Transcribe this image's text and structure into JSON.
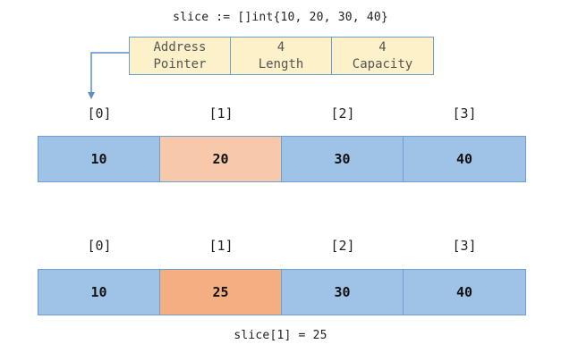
{
  "title_code": "slice := []int{10, 20, 30, 40}",
  "slice_header": [
    {
      "value": "Address",
      "label": "Pointer"
    },
    {
      "value": "4",
      "label": "Length"
    },
    {
      "value": "4",
      "label": "Capacity"
    }
  ],
  "arrays": [
    {
      "indices": [
        "[0]",
        "[1]",
        "[2]",
        "[3]"
      ],
      "values": [
        "10",
        "20",
        "30",
        "40"
      ],
      "highlight_index": 1
    },
    {
      "indices": [
        "[0]",
        "[1]",
        "[2]",
        "[3]"
      ],
      "values": [
        "10",
        "25",
        "30",
        "40"
      ],
      "highlight_index": 1
    }
  ],
  "footer_code": "slice[1] = 25",
  "colors": {
    "cell_fill": "#9fc3e7",
    "cell_border": "#6e9fd0",
    "header_fill": "#fdf1c9",
    "highlight_before": "#f7c9aa",
    "highlight_after": "#f5ae82",
    "arrow": "#5b8fc9"
  }
}
